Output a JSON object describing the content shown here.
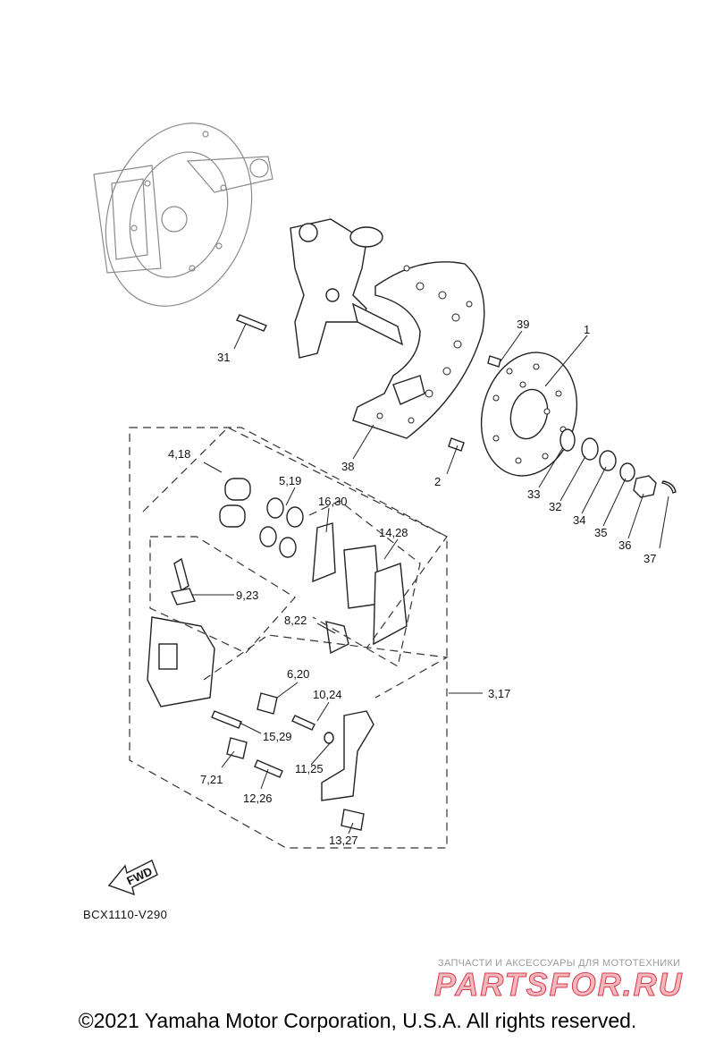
{
  "diagram_code": "BCX1110-V290",
  "fwd_label": "FWD",
  "callouts": {
    "c1": "1",
    "c2": "2",
    "c3_17": "3,17",
    "c4_18": "4,18",
    "c5_19": "5,19",
    "c6_20": "6,20",
    "c7_21": "7,21",
    "c8_22": "8,22",
    "c9_23": "9,23",
    "c10_24": "10,24",
    "c11_25": "11,25",
    "c12_26": "12,26",
    "c13_27": "13,27",
    "c14_28": "14,28",
    "c15_29": "15,29",
    "c16_30": "16,30",
    "c31": "31",
    "c32": "32",
    "c33": "33",
    "c34": "34",
    "c35": "35",
    "c36": "36",
    "c37": "37",
    "c38": "38",
    "c39": "39"
  },
  "watermark": {
    "caption": "ЗАПЧАСТИ И АКСЕССУАРЫ ДЛЯ МОТОТЕХНИКИ",
    "brand": "PARTSFOR.RU"
  },
  "copyright": "©2021 Yamaha Motor Corporation, U.S.A. All rights reserved."
}
